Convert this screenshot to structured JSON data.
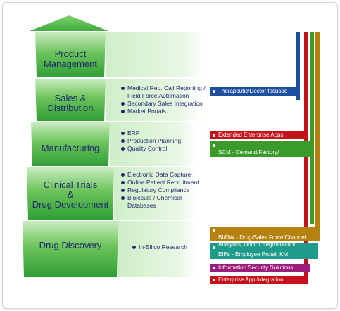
{
  "colors": {
    "stage_green": "#3fae3f",
    "stage_green_light": "#cfeec8",
    "text_navy": "#1f2a6e",
    "bar_blue": "#1c4fa0",
    "bar_red": "#c4121b",
    "bar_green": "#3a9a2a",
    "bar_olive": "#b5820f",
    "solution_teal": "#1f9b8c",
    "solution_purple": "#9b1f7a"
  },
  "stages": [
    {
      "label": "Product\nManagement",
      "items": []
    },
    {
      "label": "Sales &\nDistribution",
      "items": [
        "Medical Rep. Call Reporting / Field Force Automation",
        "Secondary Sales Integration",
        "Market Portals"
      ]
    },
    {
      "label": "Manufacturing",
      "items": [
        "ERP",
        "Production Planning",
        "Quality Control"
      ]
    },
    {
      "label": "Clinical Trials\n&\nDrug Development",
      "items": [
        "Electronic Data Capture",
        "Online Patient Recruitment",
        "Regulatory Compliance",
        "Biolecule / Chemical Databases"
      ]
    },
    {
      "label": "Drug Discovery",
      "items": [
        "In-Silico Research"
      ]
    }
  ],
  "solutions": [
    {
      "label": "Therapeutic/Doctor focused",
      "color": "#1c4fa0"
    },
    {
      "label": "Extended Enterprise Apps",
      "color": "#c4121b"
    },
    {
      "label": "SCM - Demand/Factory/\nReplenishment Plan",
      "color": "#3a9a2a"
    },
    {
      "label": "BI/DW - Drug/Sales Force/Channel\nAnalytics, Doctor Segmentation",
      "color": "#b5820f"
    },
    {
      "label": "EIPs - Employee Protal, KM,\nWorkflow, DM",
      "color": "#1f9b8c"
    },
    {
      "label": "Information Security Solutions",
      "color": "#9b1f7a"
    },
    {
      "label": "Enterprise App Integration",
      "color": "#c4121b"
    }
  ]
}
